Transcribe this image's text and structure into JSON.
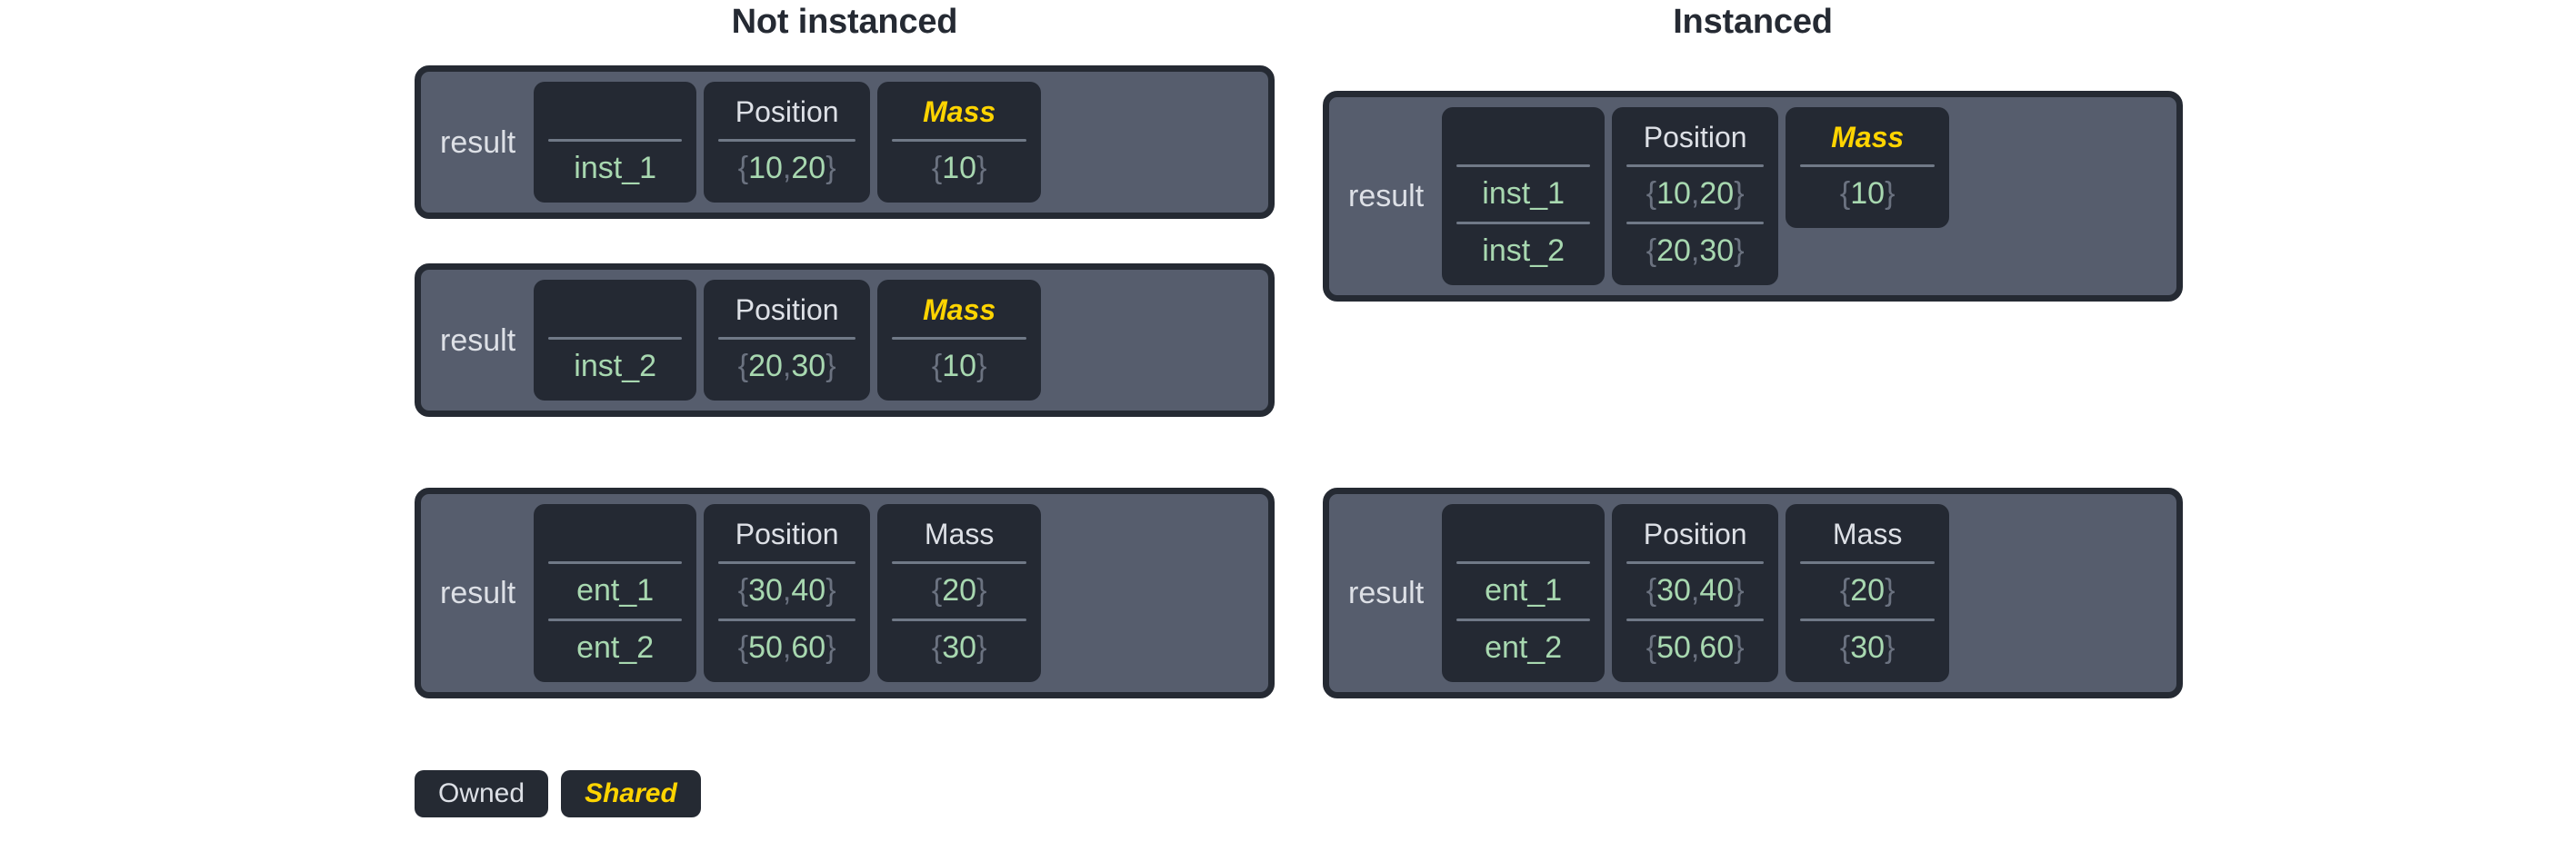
{
  "columns": [
    {
      "title": "Not instanced",
      "cards": [
        {
          "label": "result",
          "fields": [
            {
              "header": "",
              "style": "owned",
              "values": [
                "inst_1"
              ]
            },
            {
              "header": "Position",
              "style": "owned",
              "values": [
                "{10, 20}"
              ]
            },
            {
              "header": "Mass",
              "style": "shared",
              "values": [
                "{10}"
              ]
            }
          ]
        },
        {
          "label": "result",
          "fields": [
            {
              "header": "",
              "style": "owned",
              "values": [
                "inst_2"
              ]
            },
            {
              "header": "Position",
              "style": "owned",
              "values": [
                "{20, 30}"
              ]
            },
            {
              "header": "Mass",
              "style": "shared",
              "values": [
                "{10}"
              ]
            }
          ]
        },
        {
          "label": "result",
          "fields": [
            {
              "header": "",
              "style": "owned",
              "values": [
                "ent_1",
                "ent_2"
              ]
            },
            {
              "header": "Position",
              "style": "owned",
              "values": [
                "{30, 40}",
                "{50, 60}"
              ]
            },
            {
              "header": "Mass",
              "style": "owned",
              "values": [
                "{20}",
                "{30}"
              ]
            }
          ]
        }
      ]
    },
    {
      "title": "Instanced",
      "cards": [
        {
          "label": "result",
          "fields": [
            {
              "header": "",
              "style": "owned",
              "values": [
                "inst_1",
                "inst_2"
              ]
            },
            {
              "header": "Position",
              "style": "owned",
              "values": [
                "{10, 20}",
                "{20, 30}"
              ]
            },
            {
              "header": "Mass",
              "style": "shared",
              "values": [
                "{10}"
              ]
            }
          ]
        },
        {
          "label": "result",
          "fields": [
            {
              "header": "",
              "style": "owned",
              "values": [
                "ent_1",
                "ent_2"
              ]
            },
            {
              "header": "Position",
              "style": "owned",
              "values": [
                "{30, 40}",
                "{50, 60}"
              ]
            },
            {
              "header": "Mass",
              "style": "owned",
              "values": [
                "{20}",
                "{30}"
              ]
            }
          ]
        }
      ]
    }
  ],
  "legend": [
    {
      "label": "Owned",
      "style": "owned"
    },
    {
      "label": "Shared",
      "style": "shared"
    }
  ],
  "colors": {
    "page_background": "#ffffff",
    "title_text": "#252a33",
    "card_border": "#252a33",
    "card_fill": "#565d6d",
    "field_fill": "#242933",
    "owned_text": "#dde0e6",
    "shared_text": "#ffd400",
    "value_text": "#a8d8b0",
    "brace_text": "#6b7280",
    "rule": "#707987"
  }
}
